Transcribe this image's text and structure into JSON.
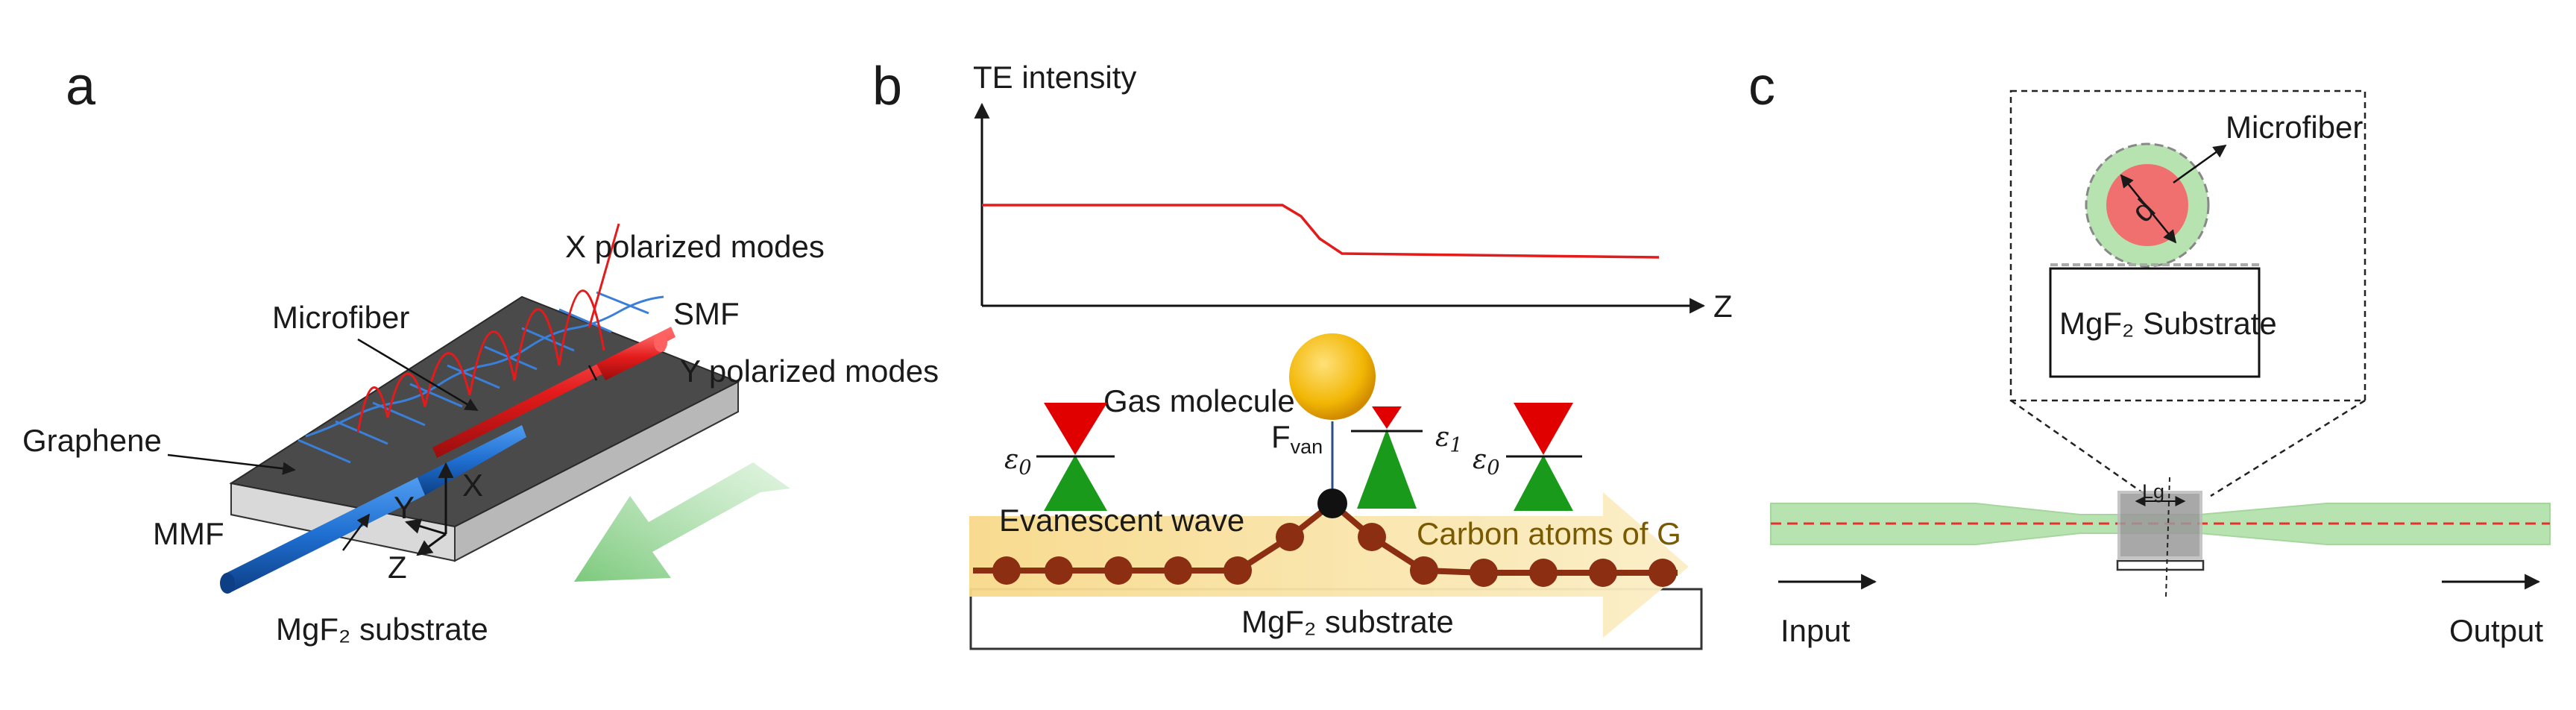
{
  "panels": {
    "a": {
      "letter": "a",
      "labels": {
        "x_polarized": "X polarized modes",
        "smf": "SMF",
        "y_polarized": "Y polarized modes",
        "microfiber": "Microfiber",
        "graphene": "Graphene",
        "mmf": "MMF",
        "substrate": "MgF₂ substrate",
        "axis_x": "X",
        "axis_y": "Y",
        "axis_z": "Z"
      },
      "colors": {
        "fiber_core": "#e31b1b",
        "fiber_clad": "#1f6fd1",
        "graphene": "#4a4a4a",
        "arrow": "#9fd99f"
      }
    },
    "b": {
      "letter": "b",
      "labels": {
        "y_axis": "TE intensity",
        "x_axis": "Z",
        "gas": "Gas molecule",
        "fvan": "F",
        "fvan_sub": "van",
        "eps0_left": "ε",
        "eps0_left_sub": "0",
        "eps1": "ε",
        "eps1_sub": "1",
        "eps0_right": "ε",
        "eps0_right_sub": "0",
        "evanescent": "Evanescent wave",
        "carbon": "Carbon atoms of G",
        "substrate": "MgF₂ substrate"
      },
      "colors": {
        "curve": "#e31b1b",
        "atom": "#8b2e12",
        "gas": "#f2b705",
        "cone_top": "#e00000",
        "cone_bottom": "#1a9a1a"
      }
    },
    "c": {
      "letter": "c",
      "labels": {
        "microfiber": "Microfiber",
        "d": "d",
        "substrate": "MgF₂ Substrate",
        "lg": "Lg",
        "input": "Input",
        "output": "Output"
      },
      "colors": {
        "fiber": "#b7e3b0",
        "core_line": "#e83030",
        "core": "#f07070"
      }
    }
  }
}
